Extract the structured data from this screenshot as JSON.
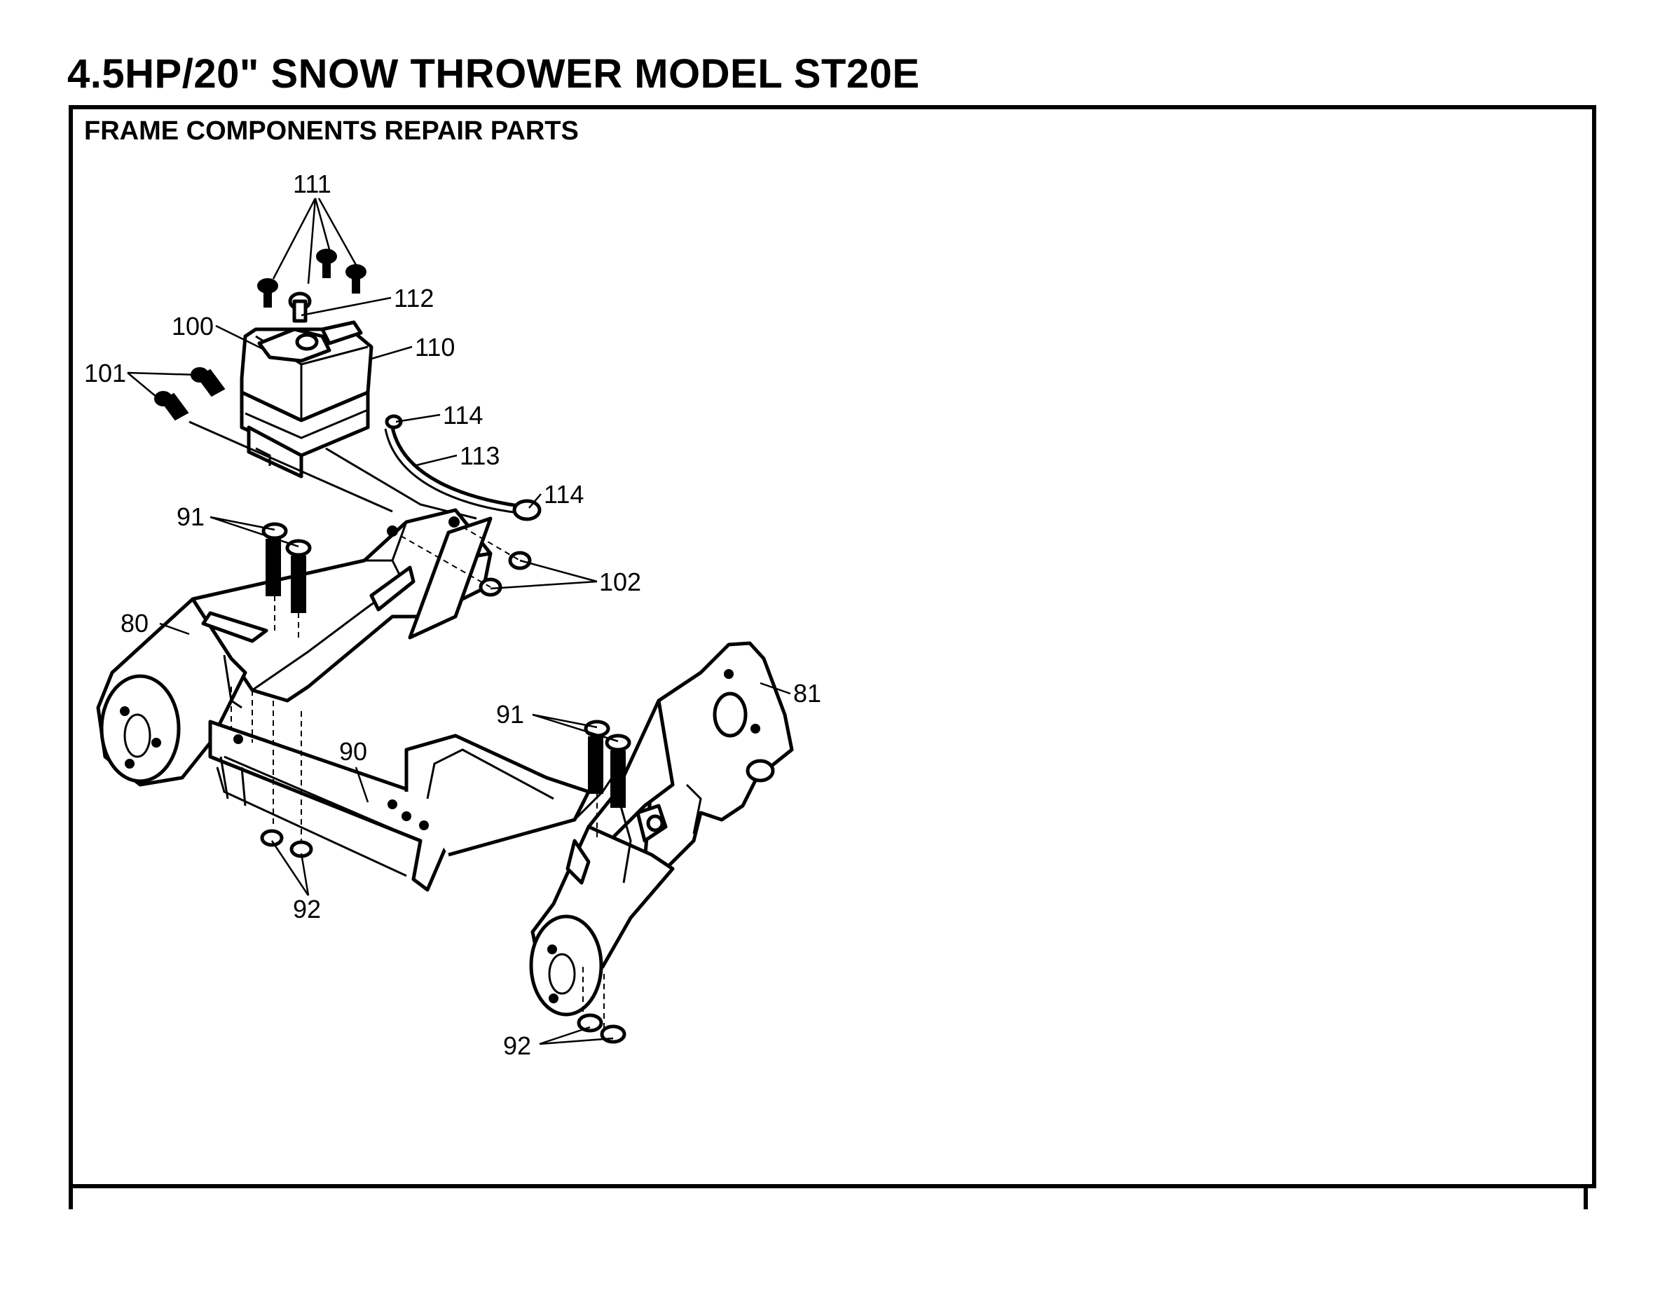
{
  "header": {
    "title": "4.5HP/20\" SNOW THROWER MODEL ST20E"
  },
  "section": {
    "title": "FRAME COMPONENTS REPAIR PARTS"
  },
  "callouts": {
    "c111": "111",
    "c112": "112",
    "c100": "100",
    "c110": "110",
    "c101": "101",
    "c114a": "114",
    "c113": "113",
    "c114b": "114",
    "c91a": "91",
    "c102": "102",
    "c80": "80",
    "c81": "81",
    "c91b": "91",
    "c90": "90",
    "c92a": "92",
    "c92b": "92"
  }
}
